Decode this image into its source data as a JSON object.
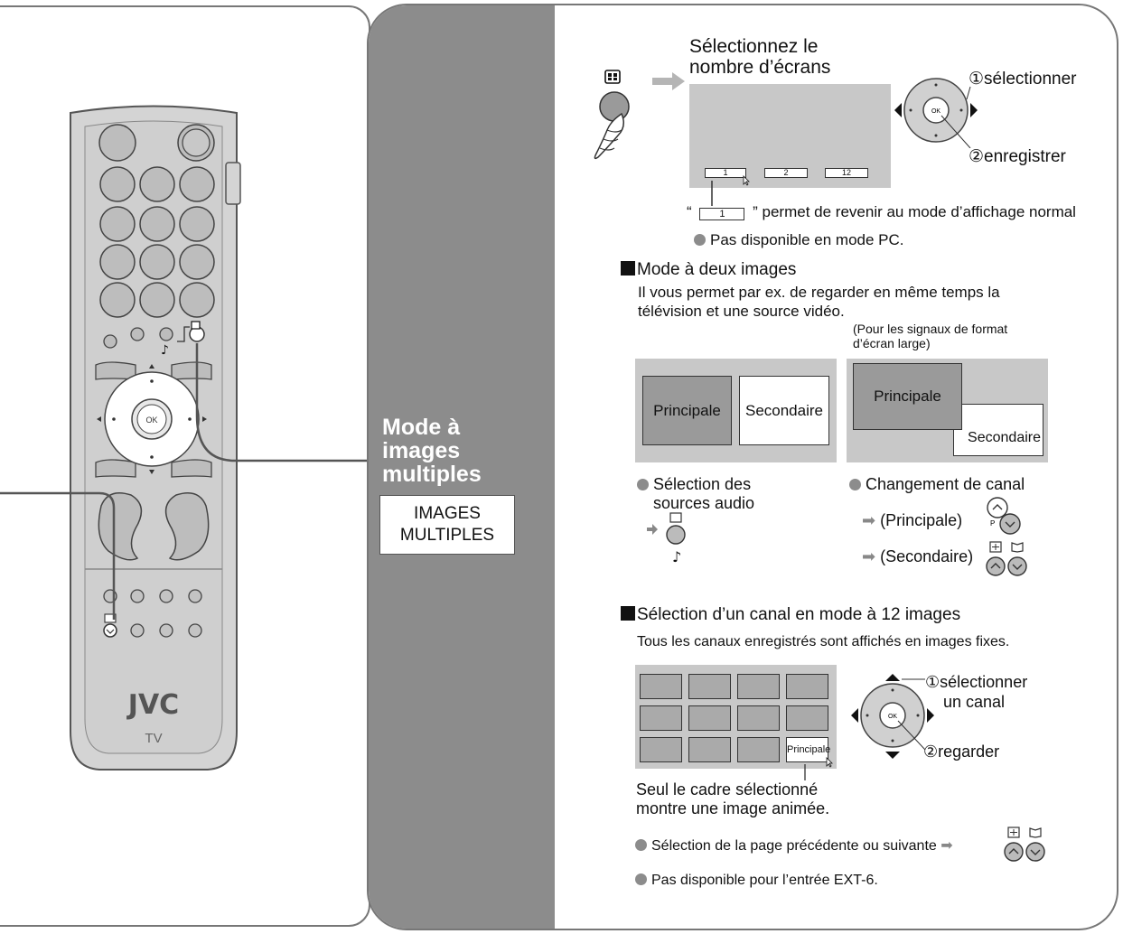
{
  "section": {
    "title_lines": [
      "Mode à",
      "images",
      "multiples"
    ],
    "box_label_lines": [
      "IMAGES",
      "MULTIPLES"
    ]
  },
  "remote": {
    "brand": "JVC",
    "model": "TV",
    "ok": "OK"
  },
  "step1": {
    "title_lines": [
      "Sélectionnez le",
      "nombre d’écrans"
    ],
    "select": "①sélectionner",
    "register": "②enregistrer",
    "ok": "OK",
    "buttons": [
      "1",
      "2",
      "12"
    ],
    "note_prefix": "“",
    "note_value": "1",
    "note_suffix": "” permet de revenir au mode d’affichage normal",
    "pc_note": "Pas disponible en mode PC."
  },
  "two_images": {
    "heading": "Mode à deux images",
    "desc_lines": [
      "Il vous permet par ex. de regarder en même temps la",
      "télévision et une source vidéo."
    ],
    "wide_note_lines": [
      "(Pour les signaux de format",
      "d’écran large)"
    ],
    "main": "Principale",
    "sub": "Secondaire",
    "audio_lines": [
      "Sélection des",
      "sources audio"
    ],
    "channel_change": "Changement de canal",
    "ch_main": "(Principale)",
    "ch_sub": "(Secondaire)",
    "p_label": "P"
  },
  "twelve": {
    "heading": "Sélection d’un canal en mode à 12 images",
    "desc": "Tous les canaux enregistrés sont affichés en images fixes.",
    "cell_label": "Principale",
    "select_lines": [
      "①sélectionner",
      "un canal"
    ],
    "watch": "②regarder",
    "ok": "OK",
    "frame_note_lines": [
      "Seul le cadre sélectionné",
      "montre une image animée."
    ],
    "page_note": "Sélection de la page précédente ou suivante",
    "ext_note": "Pas disponible pour l’entrée EXT-6."
  }
}
